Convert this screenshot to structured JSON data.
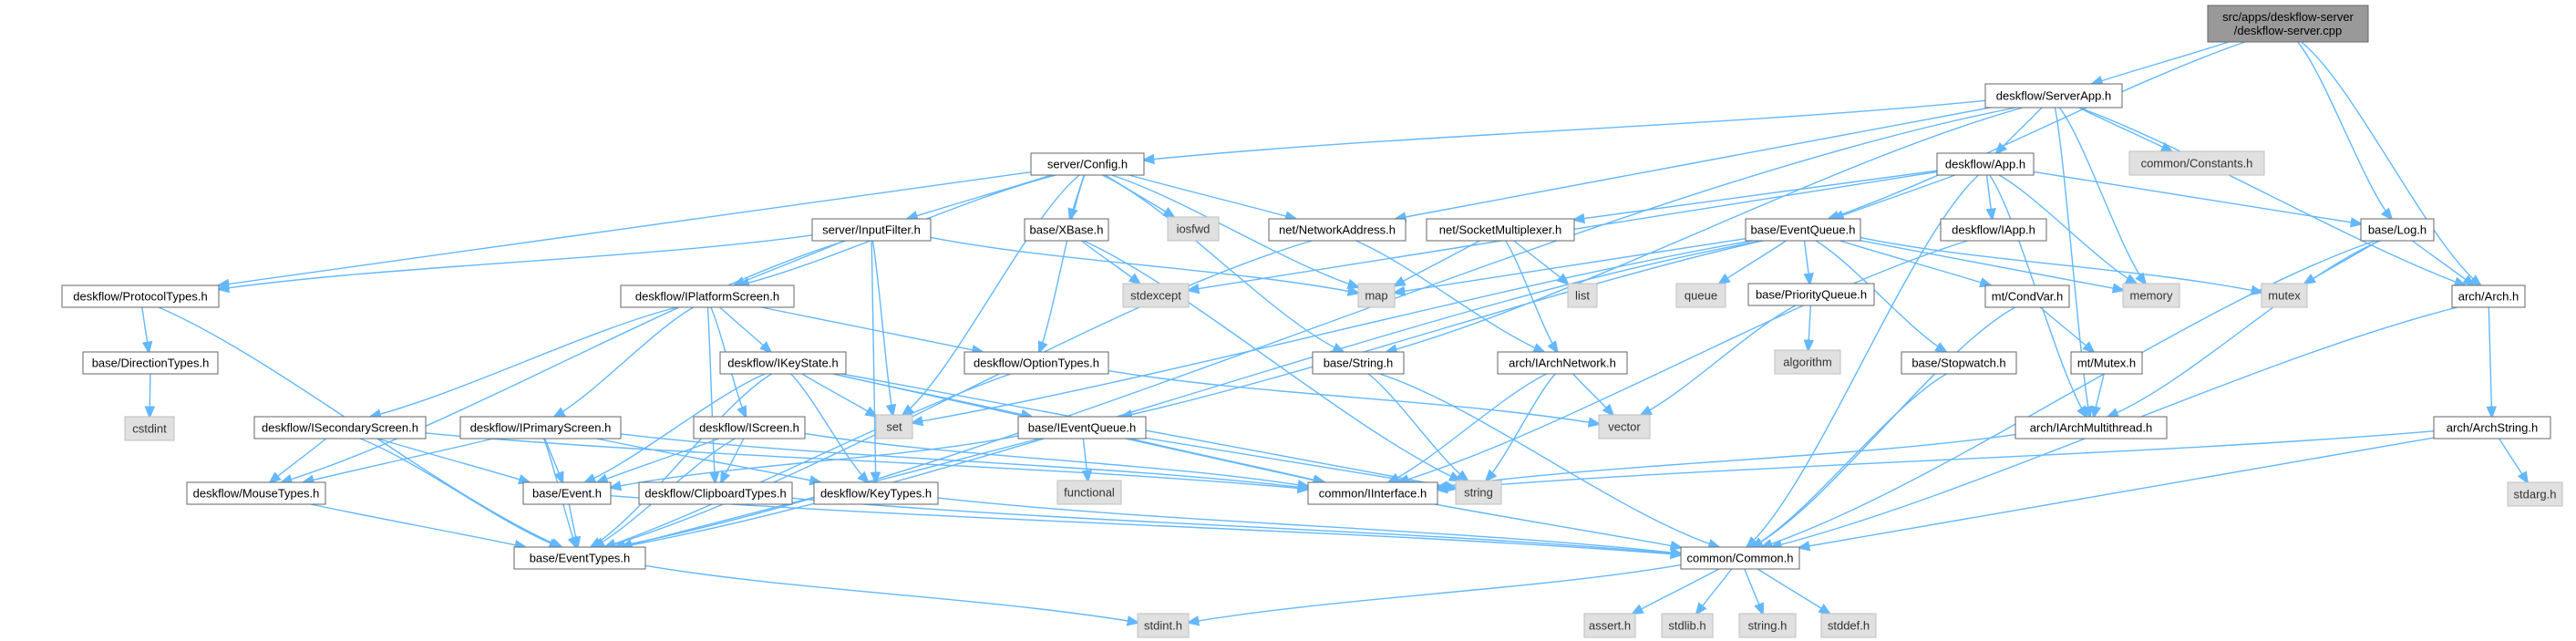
{
  "palette": {
    "edge": "#63b8ff",
    "node_fill": "#ffffff",
    "node_border": "#666666",
    "system_fill": "#e0e0e0",
    "root_fill": "#999999"
  },
  "nodes": [
    {
      "id": "root",
      "kind": "root",
      "lines": [
        "src/apps/deskflow-server",
        "/deskflow-server.cpp"
      ]
    },
    {
      "id": "serverapp",
      "kind": "std",
      "lines": [
        "deskflow/ServerApp.h"
      ]
    },
    {
      "id": "config",
      "kind": "std",
      "lines": [
        "server/Config.h"
      ]
    },
    {
      "id": "app",
      "kind": "std",
      "lines": [
        "deskflow/App.h"
      ]
    },
    {
      "id": "constants",
      "kind": "sys",
      "lines": [
        "common/Constants.h"
      ]
    },
    {
      "id": "inputfilter",
      "kind": "std",
      "lines": [
        "server/InputFilter.h"
      ]
    },
    {
      "id": "iosfwd",
      "kind": "sys",
      "lines": [
        "iosfwd"
      ]
    },
    {
      "id": "xbase",
      "kind": "std",
      "lines": [
        "base/XBase.h"
      ]
    },
    {
      "id": "netaddr",
      "kind": "std",
      "lines": [
        "net/NetworkAddress.h"
      ]
    },
    {
      "id": "sockmux",
      "kind": "std",
      "lines": [
        "net/SocketMultiplexer.h"
      ]
    },
    {
      "id": "iapp",
      "kind": "std",
      "lines": [
        "deskflow/IApp.h"
      ]
    },
    {
      "id": "evq",
      "kind": "std",
      "lines": [
        "base/EventQueue.h"
      ]
    },
    {
      "id": "log",
      "kind": "std",
      "lines": [
        "base/Log.h"
      ]
    },
    {
      "id": "protocol",
      "kind": "std",
      "lines": [
        "deskflow/ProtocolTypes.h"
      ]
    },
    {
      "id": "iplat",
      "kind": "std",
      "lines": [
        "deskflow/IPlatformScreen.h"
      ]
    },
    {
      "id": "stdexcept",
      "kind": "sys",
      "lines": [
        "stdexcept"
      ]
    },
    {
      "id": "map",
      "kind": "sys",
      "lines": [
        "map"
      ]
    },
    {
      "id": "list",
      "kind": "sys",
      "lines": [
        "list"
      ]
    },
    {
      "id": "queue",
      "kind": "sys",
      "lines": [
        "queue"
      ]
    },
    {
      "id": "pq",
      "kind": "std",
      "lines": [
        "base/PriorityQueue.h"
      ]
    },
    {
      "id": "condvar",
      "kind": "std",
      "lines": [
        "mt/CondVar.h"
      ]
    },
    {
      "id": "memory",
      "kind": "sys",
      "lines": [
        "memory"
      ]
    },
    {
      "id": "mutex",
      "kind": "sys",
      "lines": [
        "mutex"
      ]
    },
    {
      "id": "arch",
      "kind": "std",
      "lines": [
        "arch/Arch.h"
      ]
    },
    {
      "id": "dirtypes",
      "kind": "std",
      "lines": [
        "base/DirectionTypes.h"
      ]
    },
    {
      "id": "ikeystate",
      "kind": "std",
      "lines": [
        "deskflow/IKeyState.h"
      ]
    },
    {
      "id": "opttypes",
      "kind": "std",
      "lines": [
        "deskflow/OptionTypes.h"
      ]
    },
    {
      "id": "string_h",
      "kind": "std",
      "lines": [
        "base/String.h"
      ]
    },
    {
      "id": "iarchnet",
      "kind": "std",
      "lines": [
        "arch/IArchNetwork.h"
      ]
    },
    {
      "id": "algorithm",
      "kind": "sys",
      "lines": [
        "algorithm"
      ]
    },
    {
      "id": "stopwatch",
      "kind": "std",
      "lines": [
        "base/Stopwatch.h"
      ]
    },
    {
      "id": "mutex_h",
      "kind": "std",
      "lines": [
        "mt/Mutex.h"
      ]
    },
    {
      "id": "cstdint",
      "kind": "sys",
      "lines": [
        "cstdint"
      ]
    },
    {
      "id": "isecscreen",
      "kind": "std",
      "lines": [
        "deskflow/ISecondaryScreen.h"
      ]
    },
    {
      "id": "iprimscreen",
      "kind": "std",
      "lines": [
        "deskflow/IPrimaryScreen.h"
      ]
    },
    {
      "id": "iscreen",
      "kind": "std",
      "lines": [
        "deskflow/IScreen.h"
      ]
    },
    {
      "id": "set",
      "kind": "sys",
      "lines": [
        "set"
      ]
    },
    {
      "id": "ieventq",
      "kind": "std",
      "lines": [
        "base/IEventQueue.h"
      ]
    },
    {
      "id": "vector",
      "kind": "sys",
      "lines": [
        "vector"
      ]
    },
    {
      "id": "iarchmt",
      "kind": "std",
      "lines": [
        "arch/IArchMultithread.h"
      ]
    },
    {
      "id": "archstring",
      "kind": "std",
      "lines": [
        "arch/ArchString.h"
      ]
    },
    {
      "id": "functional",
      "kind": "sys",
      "lines": [
        "functional"
      ]
    },
    {
      "id": "stdarg",
      "kind": "sys",
      "lines": [
        "stdarg.h"
      ]
    },
    {
      "id": "mousetypes",
      "kind": "std",
      "lines": [
        "deskflow/MouseTypes.h"
      ]
    },
    {
      "id": "event",
      "kind": "std",
      "lines": [
        "base/Event.h"
      ]
    },
    {
      "id": "cliptypes",
      "kind": "std",
      "lines": [
        "deskflow/ClipboardTypes.h"
      ]
    },
    {
      "id": "keytypes",
      "kind": "std",
      "lines": [
        "deskflow/KeyTypes.h"
      ]
    },
    {
      "id": "iinterface",
      "kind": "std",
      "lines": [
        "common/IInterface.h"
      ]
    },
    {
      "id": "string",
      "kind": "sys",
      "lines": [
        "string"
      ]
    },
    {
      "id": "evtypes",
      "kind": "std",
      "lines": [
        "base/EventTypes.h"
      ]
    },
    {
      "id": "common",
      "kind": "std",
      "lines": [
        "common/Common.h"
      ]
    },
    {
      "id": "stdint",
      "kind": "sys",
      "lines": [
        "stdint.h"
      ]
    },
    {
      "id": "assert",
      "kind": "sys",
      "lines": [
        "assert.h"
      ]
    },
    {
      "id": "stdlib",
      "kind": "sys",
      "lines": [
        "stdlib.h"
      ]
    },
    {
      "id": "string_c",
      "kind": "sys",
      "lines": [
        "string.h"
      ]
    },
    {
      "id": "stddef",
      "kind": "sys",
      "lines": [
        "stddef.h"
      ]
    }
  ],
  "edges": [
    [
      "root",
      "serverapp"
    ],
    [
      "root",
      "evq"
    ],
    [
      "root",
      "log"
    ],
    [
      "root",
      "arch"
    ],
    [
      "serverapp",
      "config"
    ],
    [
      "serverapp",
      "app"
    ],
    [
      "serverapp",
      "constants"
    ],
    [
      "serverapp",
      "netaddr"
    ],
    [
      "serverapp",
      "string_h"
    ],
    [
      "serverapp",
      "memory"
    ],
    [
      "serverapp",
      "arch"
    ],
    [
      "serverapp",
      "iarchmt"
    ],
    [
      "serverapp",
      "evtypes"
    ],
    [
      "config",
      "inputfilter"
    ],
    [
      "config",
      "iosfwd"
    ],
    [
      "config",
      "xbase"
    ],
    [
      "config",
      "netaddr"
    ],
    [
      "config",
      "protocol"
    ],
    [
      "config",
      "iplat"
    ],
    [
      "config",
      "opttypes"
    ],
    [
      "config",
      "string_h"
    ],
    [
      "config",
      "map"
    ],
    [
      "config",
      "set"
    ],
    [
      "app",
      "sockmux"
    ],
    [
      "app",
      "iapp"
    ],
    [
      "app",
      "evq"
    ],
    [
      "app",
      "log"
    ],
    [
      "app",
      "memory"
    ],
    [
      "app",
      "common"
    ],
    [
      "app",
      "iarchmt"
    ],
    [
      "app",
      "stdexcept"
    ],
    [
      "inputfilter",
      "protocol"
    ],
    [
      "inputfilter",
      "iplat"
    ],
    [
      "inputfilter",
      "map"
    ],
    [
      "inputfilter",
      "set"
    ],
    [
      "inputfilter",
      "keytypes"
    ],
    [
      "inputfilter",
      "mousetypes"
    ],
    [
      "xbase",
      "stdexcept"
    ],
    [
      "xbase",
      "string"
    ],
    [
      "netaddr",
      "iarchnet"
    ],
    [
      "netaddr",
      "evtypes"
    ],
    [
      "sockmux",
      "list"
    ],
    [
      "sockmux",
      "map"
    ],
    [
      "sockmux",
      "iarchnet"
    ],
    [
      "iapp",
      "iinterface"
    ],
    [
      "evq",
      "queue"
    ],
    [
      "evq",
      "map"
    ],
    [
      "evq",
      "pq"
    ],
    [
      "evq",
      "condvar"
    ],
    [
      "evq",
      "stopwatch"
    ],
    [
      "evq",
      "mutex"
    ],
    [
      "evq",
      "memory"
    ],
    [
      "evq",
      "set"
    ],
    [
      "evq",
      "ieventq"
    ],
    [
      "evq",
      "evtypes"
    ],
    [
      "log",
      "arch"
    ],
    [
      "log",
      "iarchmt"
    ],
    [
      "log",
      "common"
    ],
    [
      "log",
      "mutex"
    ],
    [
      "protocol",
      "dirtypes"
    ],
    [
      "protocol",
      "evtypes"
    ],
    [
      "dirtypes",
      "cstdint"
    ],
    [
      "iplat",
      "ikeystate"
    ],
    [
      "iplat",
      "isecscreen"
    ],
    [
      "iplat",
      "iprimscreen"
    ],
    [
      "iplat",
      "iscreen"
    ],
    [
      "iplat",
      "opttypes"
    ],
    [
      "iplat",
      "cliptypes"
    ],
    [
      "ikeystate",
      "ieventq"
    ],
    [
      "ikeystate",
      "set"
    ],
    [
      "ikeystate",
      "keytypes"
    ],
    [
      "ikeystate",
      "event"
    ],
    [
      "ikeystate",
      "evtypes"
    ],
    [
      "ikeystate",
      "string"
    ],
    [
      "ikeystate",
      "iinterface"
    ],
    [
      "opttypes",
      "vector"
    ],
    [
      "opttypes",
      "evtypes"
    ],
    [
      "string_h",
      "string"
    ],
    [
      "string_h",
      "common"
    ],
    [
      "iarchnet",
      "vector"
    ],
    [
      "iarchnet",
      "iinterface"
    ],
    [
      "iarchnet",
      "string"
    ],
    [
      "pq",
      "vector"
    ],
    [
      "pq",
      "algorithm"
    ],
    [
      "condvar",
      "mutex_h"
    ],
    [
      "condvar",
      "common"
    ],
    [
      "mutex_h",
      "iarchmt"
    ],
    [
      "stopwatch",
      "common"
    ],
    [
      "arch",
      "archstring"
    ],
    [
      "arch",
      "common"
    ],
    [
      "archstring",
      "stdarg"
    ],
    [
      "archstring",
      "common"
    ],
    [
      "archstring",
      "iinterface"
    ],
    [
      "iarchmt",
      "iinterface"
    ],
    [
      "isecscreen",
      "mousetypes"
    ],
    [
      "isecscreen",
      "event"
    ],
    [
      "isecscreen",
      "evtypes"
    ],
    [
      "isecscreen",
      "iinterface"
    ],
    [
      "iprimscreen",
      "mousetypes"
    ],
    [
      "iprimscreen",
      "event"
    ],
    [
      "iprimscreen",
      "evtypes"
    ],
    [
      "iprimscreen",
      "iinterface"
    ],
    [
      "iprimscreen",
      "keytypes"
    ],
    [
      "iscreen",
      "cliptypes"
    ],
    [
      "iscreen",
      "event"
    ],
    [
      "iscreen",
      "evtypes"
    ],
    [
      "iscreen",
      "iinterface"
    ],
    [
      "ieventq",
      "event"
    ],
    [
      "ieventq",
      "functional"
    ],
    [
      "ieventq",
      "iinterface"
    ],
    [
      "ieventq",
      "string"
    ],
    [
      "ieventq",
      "evtypes"
    ],
    [
      "mousetypes",
      "evtypes"
    ],
    [
      "event",
      "evtypes"
    ],
    [
      "event",
      "common"
    ],
    [
      "cliptypes",
      "common"
    ],
    [
      "keytypes",
      "common"
    ],
    [
      "iinterface",
      "common"
    ],
    [
      "evtypes",
      "stdint"
    ],
    [
      "common",
      "stdint"
    ],
    [
      "common",
      "assert"
    ],
    [
      "common",
      "stdlib"
    ],
    [
      "common",
      "string_c"
    ],
    [
      "common",
      "stddef"
    ]
  ]
}
